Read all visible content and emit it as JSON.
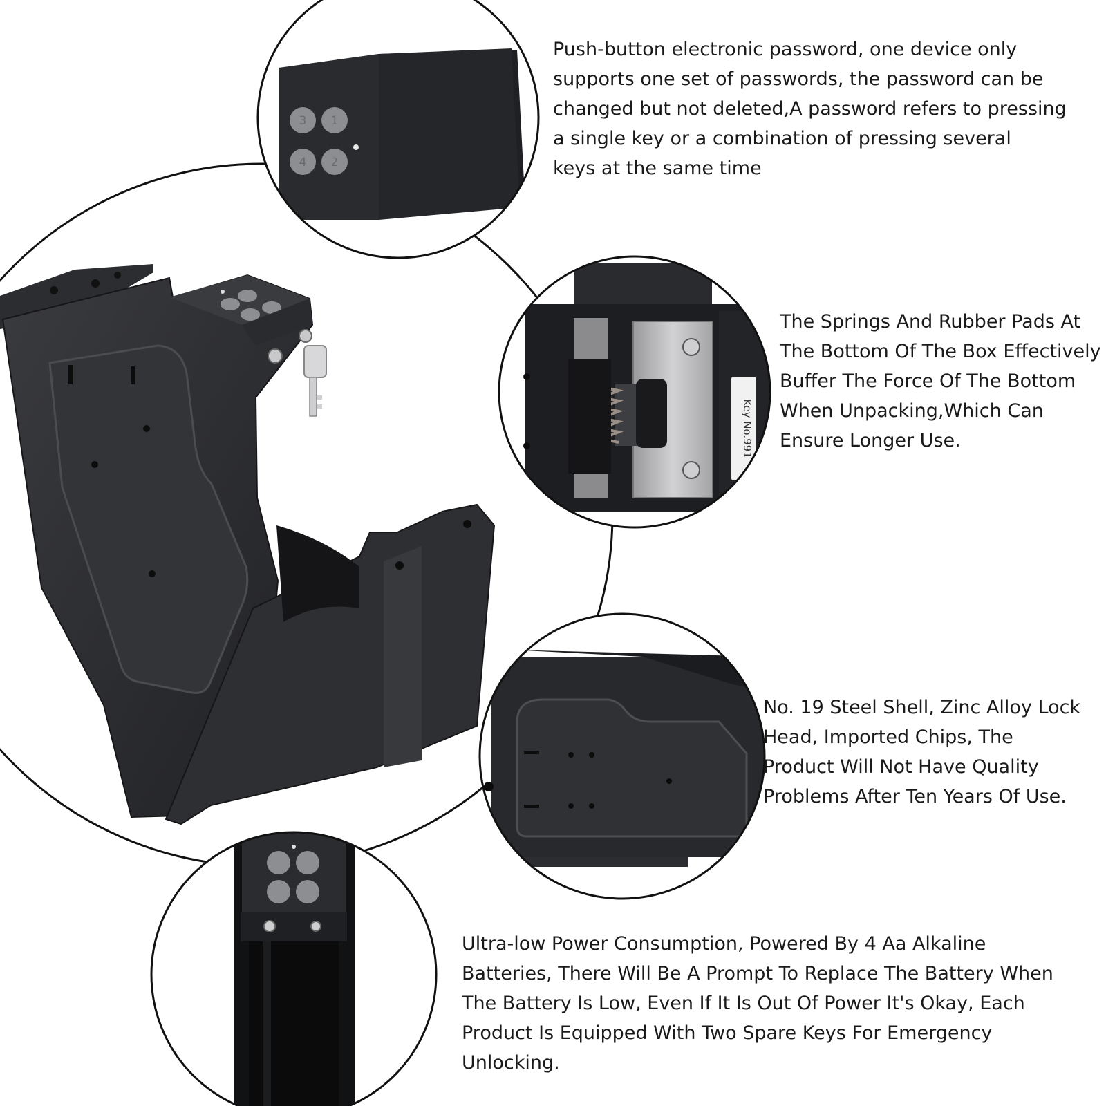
{
  "features": {
    "keypad": {
      "lines": [
        "Push-button electronic password, one device only",
        "supports one set of passwords, the password can be",
        "changed but not deleted,A password refers to pressing",
        "a single key or a combination of pressing several",
        "keys at the same time"
      ],
      "key_numbers": [
        "3",
        "1",
        "4",
        "2"
      ]
    },
    "springs": {
      "lines": [
        "The Springs And Rubber Pads At",
        "The Bottom Of The Box Effectively",
        "Buffer The Force Of The Bottom",
        "When Unpacking,Which Can",
        "Ensure Longer Use."
      ],
      "key_label": "Key No.991"
    },
    "shell": {
      "lines": [
        "No. 19 Steel Shell, Zinc Alloy Lock",
        "Head, Imported Chips, The",
        "Product Will Not Have Quality",
        "Problems After Ten Years Of Use."
      ]
    },
    "power": {
      "lines": [
        "Ultra-low Power Consumption, Powered By 4 Aa Alkaline",
        "Batteries, There Will Be A Prompt To Replace The Battery When",
        "The Battery Is Low, Even If It Is Out Of Power It's Okay, Each",
        "Product Is Equipped With Two Spare Keys For Emergency",
        "Unlocking."
      ]
    }
  },
  "colors": {
    "steel": "#2b2c2f",
    "steel_light": "#4a4b4f",
    "button": "#8d8e92",
    "plate": "#b9b9bb",
    "outline": "#111111"
  }
}
